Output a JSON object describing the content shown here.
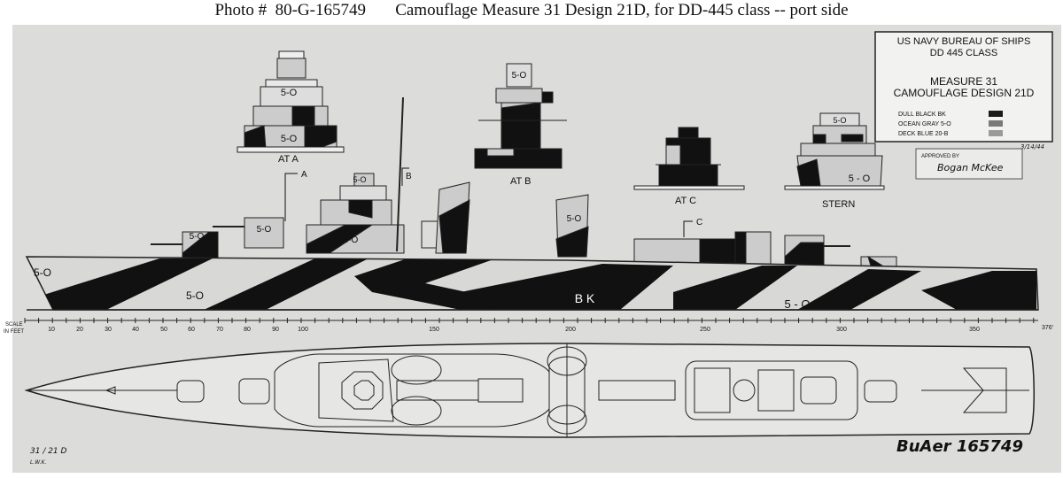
{
  "caption": "Photo #  80-G-165749       Camouflage Measure 31 Design 21D, for DD-445 class -- port side",
  "title_block": {
    "line1": "US NAVY  BUREAU OF SHIPS",
    "line2": "DD 445  CLASS",
    "line3": "MEASURE  31",
    "line4": "CAMOUFLAGE  DESIGN  21D"
  },
  "legend": [
    {
      "label": "DULL BLACK  BK",
      "color": "#1a1a1a"
    },
    {
      "label": "OCEAN GRAY  5-O",
      "color": "#7a7a7a"
    },
    {
      "label": "DECK BLUE   20-B",
      "color": "#9a9a9a"
    }
  ],
  "approval": {
    "stamp": "APPROVED BY",
    "signature": "Bogan McKee"
  },
  "date_note": "3/14/44",
  "sections": {
    "a": "AT A",
    "b": "AT B",
    "c": "AT C",
    "stern": "STERN"
  },
  "markers": {
    "a": "A",
    "b": "B",
    "c": "C"
  },
  "paint_codes": {
    "gray": "5-O",
    "black": "BK",
    "gray_spaced": "5 - O",
    "black_spaced": "B K"
  },
  "scale": {
    "label_line1": "SCALE",
    "label_line2": "IN FEET",
    "ticks": [
      "10",
      "20",
      "30",
      "40",
      "50",
      "60",
      "70",
      "80",
      "90",
      "100",
      "150",
      "200",
      "250",
      "300",
      "350"
    ],
    "end_label": "376'"
  },
  "design_note": {
    "line1": "31 / 21 D",
    "line2": "L.W.K."
  },
  "buaer_number": "BuAer 165749"
}
